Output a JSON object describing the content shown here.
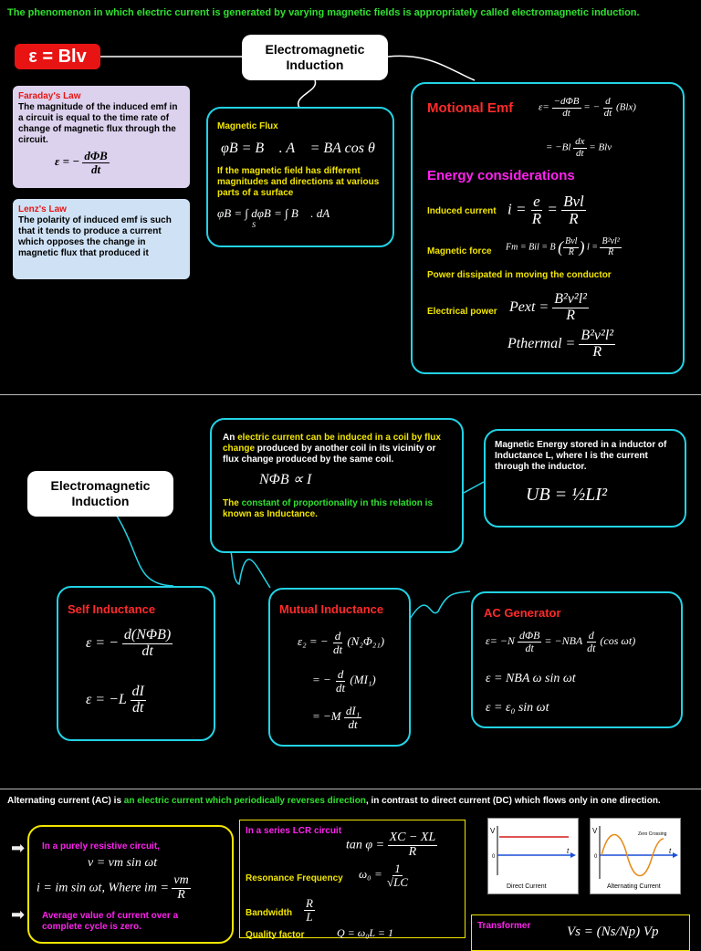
{
  "section1": {
    "top_text": "The phenomenon in which electric current is generated by varying magnetic fields is appropriately called electromagnetic induction.",
    "badge": "ε = Blv",
    "title_line1": "Electromagnetic",
    "title_line2": "Induction",
    "faraday_title": "Faraday's Law",
    "faraday_text": "The magnitude of the induced emf in a circuit is equal to the time rate of change of magnetic flux through the circuit.",
    "faraday_eq_lhs": "ε = −",
    "faraday_eq_num": "dΦB",
    "faraday_eq_den": "dt",
    "lenz_title": "Lenz's Law",
    "lenz_text": "The polarity of induced emf is such that it tends to produce a current which opposes the change in magnetic flux that produced it",
    "flux_title": "Magnetic Flux",
    "flux_eq": "φB = B⃗ . A⃗ = BA cos θ",
    "flux_note": "If the magnetic field has different magnitudes and directions at various parts of a surface",
    "flux_int_eq": "φB = ∫ dφB = ∫ B⃗ . dA⃗",
    "flux_int_sub": "S",
    "motional_title": "Motional Emf",
    "motional_eq1_a": "ε=",
    "motional_eq1_num": "−dΦB",
    "motional_eq1_den": "dt",
    "motional_eq1_b": "= −",
    "motional_eq1_num2": "d",
    "motional_eq1_den2": "dt",
    "motional_eq1_c": "(Blx)",
    "motional_eq2_a": "= −Bl",
    "motional_eq2_num": "dx",
    "motional_eq2_den": "dt",
    "motional_eq2_b": "= Blv",
    "energy_title": "Energy considerations",
    "induced_current_label": "Induced current",
    "induced_current_eq_a": "i =",
    "induced_current_num1": "e",
    "induced_current_den1": "R",
    "induced_current_eq_b": "=",
    "induced_current_num2": "Bvl",
    "induced_current_den2": "R",
    "magnetic_force_label": "Magnetic force",
    "magnetic_force_eq": "Fm = Bil = B",
    "magnetic_force_num": "Bvl",
    "magnetic_force_den": "R",
    "magnetic_force_eq_b": "l =",
    "magnetic_force_num2": "B²vl²",
    "magnetic_force_den2": "R",
    "power_dissipated": "Power dissipated in moving the conductor",
    "electrical_power_label": "Electrical power",
    "p_ext": "Pext =",
    "p_ext_num": "B²v²l²",
    "p_ext_den": "R",
    "p_thermal": "Pthermal =",
    "p_thermal_num": "B²v²l²",
    "p_thermal_den": "R"
  },
  "section2": {
    "title_line1": "Electromagnetic",
    "title_line2": "Induction",
    "coil_text_a": "An ",
    "coil_text_b": "electric current can be induced in a coil by flux change",
    "coil_text_c": " produced by another coil in its vicinity or flux change produced by the same coil.",
    "coil_eq": "NΦB ∝ I",
    "coil_note_a": "The ",
    "coil_note_b": "constant of proportionality in this relation is",
    "coil_note_c": " known as Inductance.",
    "energy_text": "Magnetic Energy stored in a inductor of Inductance L, where I is the current through the inductor.",
    "energy_eq": "UB = ½LI²",
    "self_title": "Self Inductance",
    "self_eq1_lhs": "ε = −",
    "self_eq1_num": "d(NΦB)",
    "self_eq1_den": "dt",
    "self_eq2_lhs": "ε = −L",
    "self_eq2_num": "dI",
    "self_eq2_den": "dt",
    "mutual_title": "Mutual Inductance",
    "mutual_eq1": "ε₂ = −",
    "mutual_eq1_num": "d",
    "mutual_eq1_den": "dt",
    "mutual_eq1_b": "(N₂Φ₂₁)",
    "mutual_eq2": "= −",
    "mutual_eq2_b": "(MI₁)",
    "mutual_eq3": "= −M",
    "mutual_eq3_num": "dI₁",
    "mutual_eq3_den": "dt",
    "ac_title": "AC Generator",
    "ac_eq1_a": "ε= −N",
    "ac_eq1_num": "dΦB",
    "ac_eq1_den": "dt",
    "ac_eq1_b": "= −NBA",
    "ac_eq1_num2": "d",
    "ac_eq1_den2": "dt",
    "ac_eq1_c": "(cos ωt)",
    "ac_eq2": "ε = NBA ω sin ωt",
    "ac_eq3": "ε = ε₀ sin ωt"
  },
  "section3": {
    "intro_a": "Alternating current (AC) is ",
    "intro_b": "an electric current which periodically reverses direction",
    "intro_c": ", in contrast to direct current (DC) which flows only in one direction.",
    "resistive_label": "In a purely resistive circuit,",
    "resistive_eq1": "v = vm sin ωt",
    "resistive_eq2": "i = im sin ωt, Where im =",
    "resistive_num": "vm",
    "resistive_den": "R",
    "average_label": "Average value of current over a complete cycle is zero.",
    "lcr_label": "In a series LCR circuit",
    "lcr_eq": "tan φ =",
    "lcr_num": "XC − XL",
    "lcr_den": "R",
    "resonance_label": "Resonance Frequency",
    "resonance_eq": "ω₀ =",
    "resonance_num": "1",
    "resonance_den": "√LC",
    "bandwidth_label": "Bandwidth",
    "bandwidth_num": "R",
    "bandwidth_den": "L",
    "quality_label": "Quality factor",
    "quality_eq": "Q = ",
    "quality_num": "ω₀L",
    "quality_eq_b": "=",
    "quality_num2": "1",
    "dc_label": "Direct Current",
    "ac_label": "Alternating Current",
    "zero_crossing": "Zero Crossing",
    "axis_v": "V",
    "axis_t": "t",
    "axis_0": "0",
    "transformer_label": "Transformer",
    "transformer_eq": "Vs = (Ns/Np) Vp"
  }
}
